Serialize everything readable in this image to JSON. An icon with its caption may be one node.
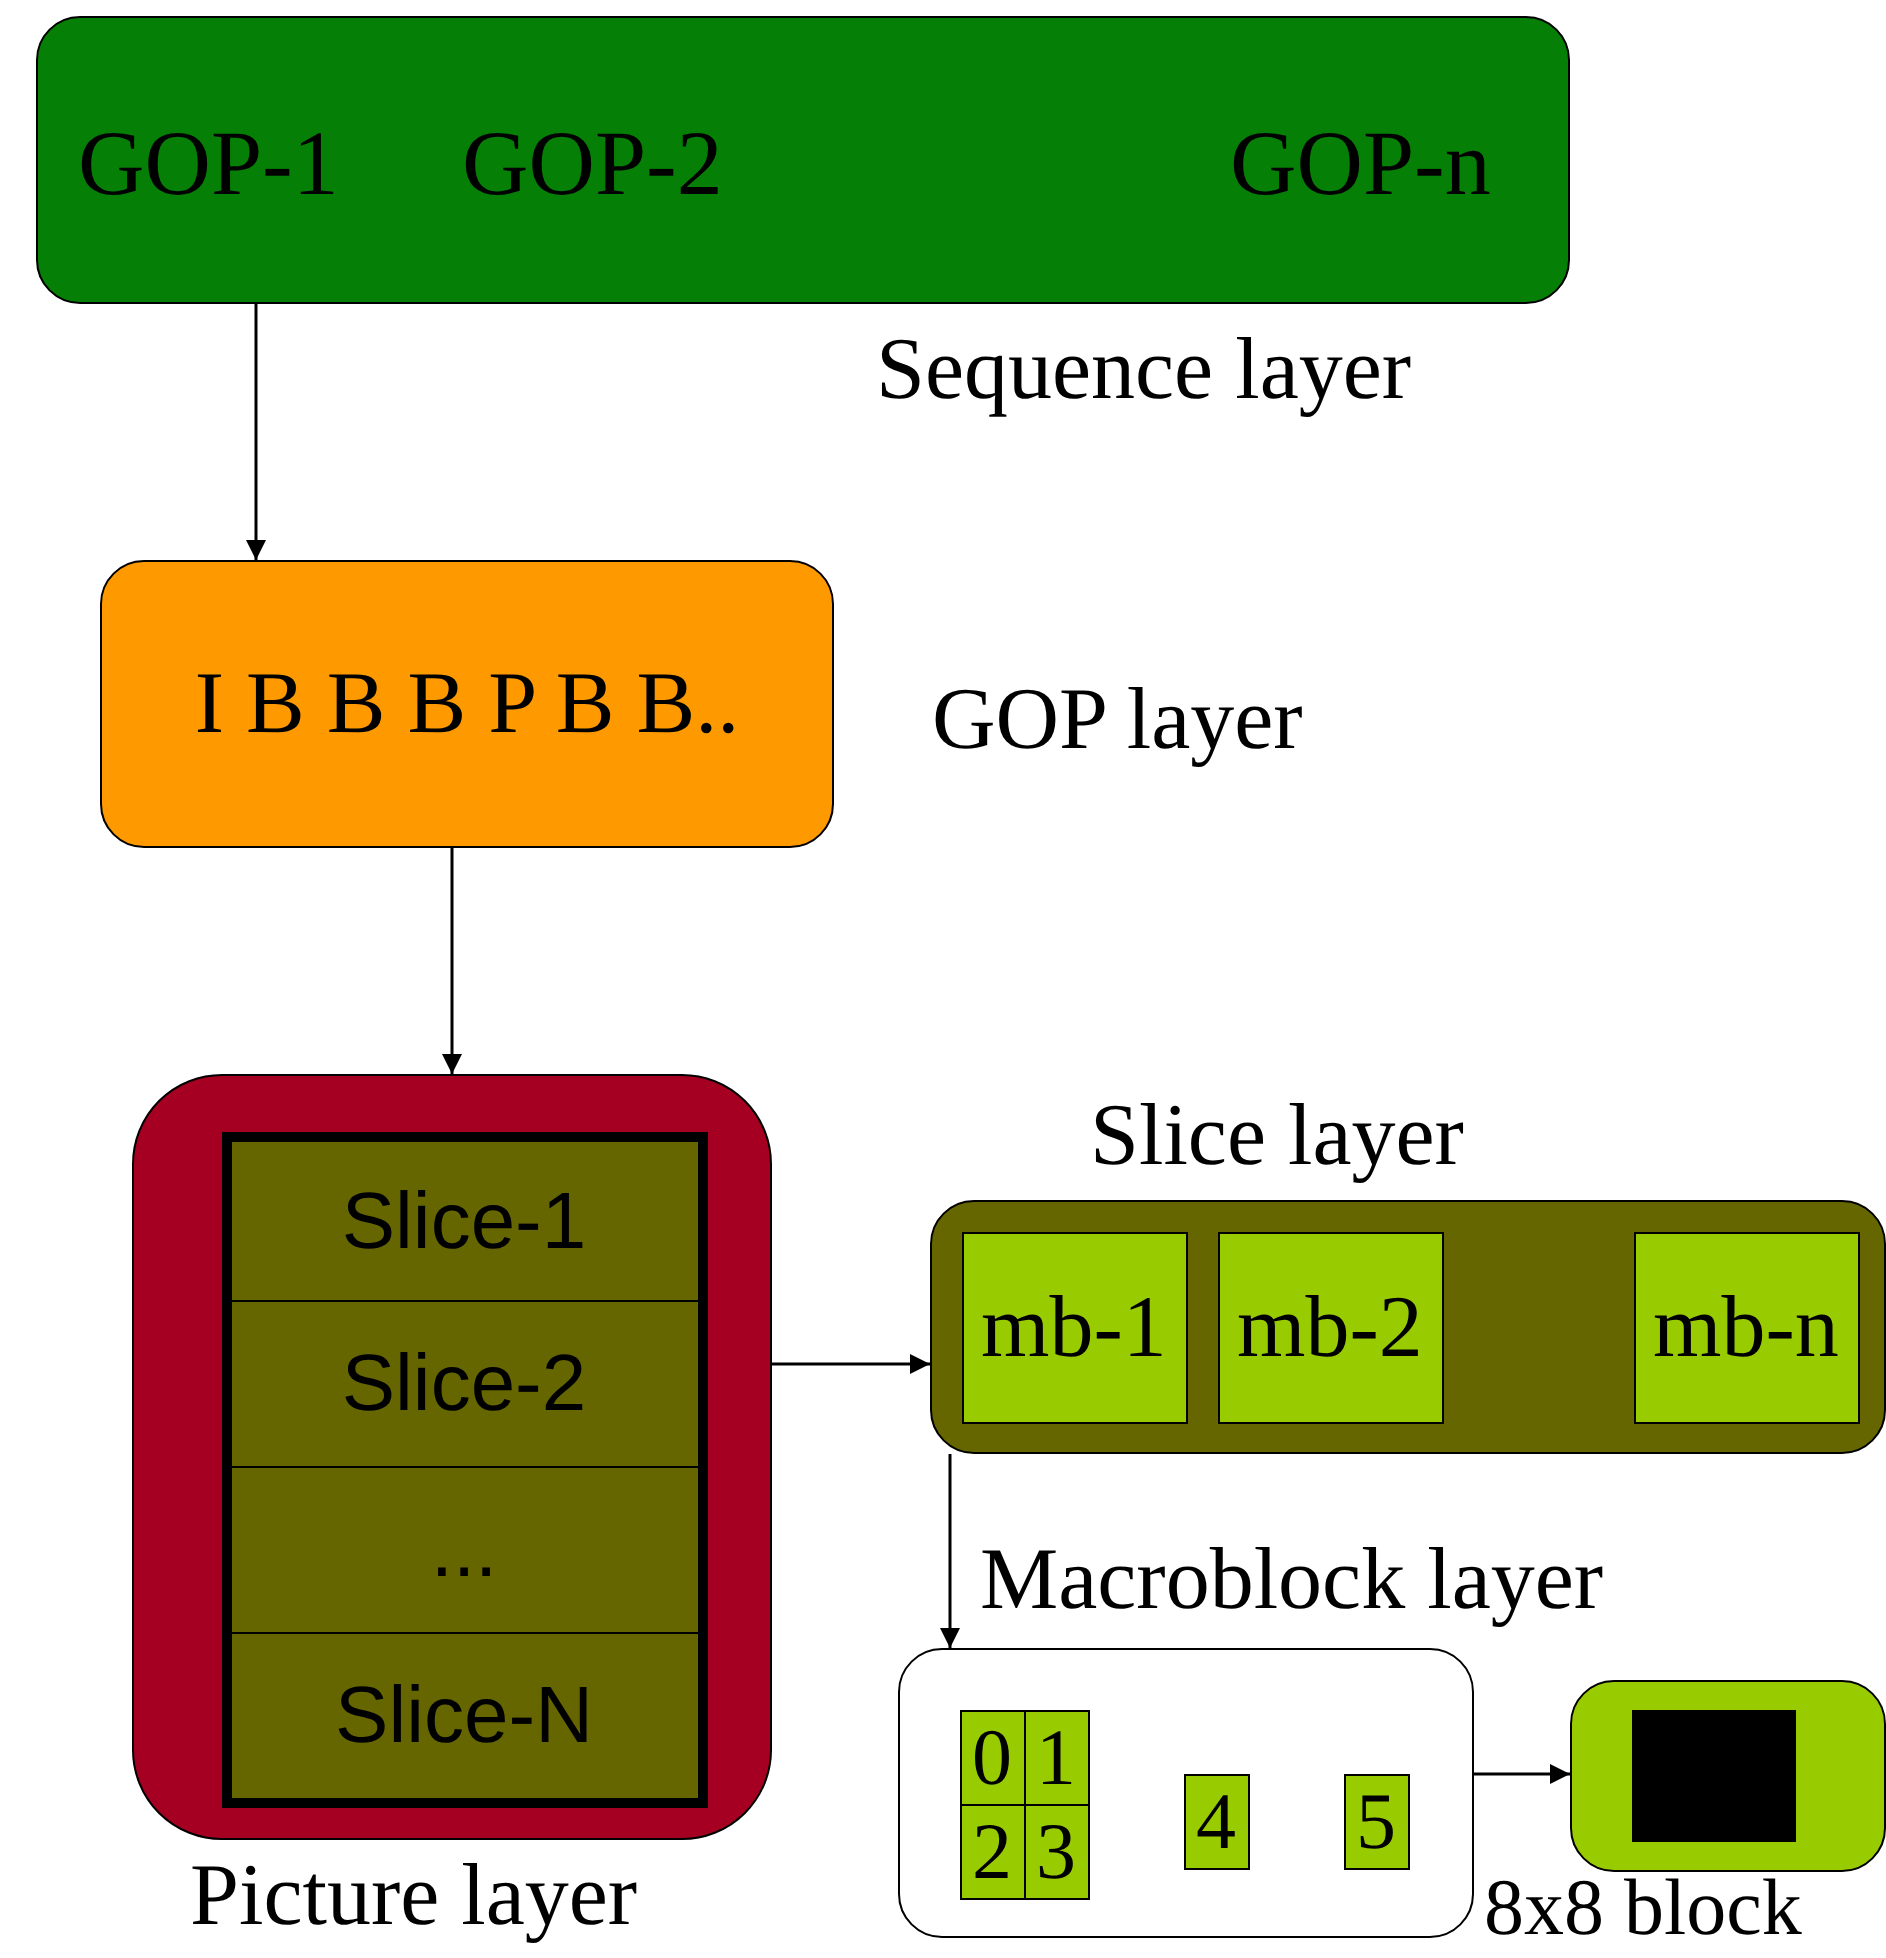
{
  "diagram": {
    "nodes": [
      {
        "text": [
          "GOP-1",
          "GOP-2",
          "GOP-n"
        ],
        "beside": [
          "Sequence layer"
        ]
      },
      {
        "text": [
          "I B B B P B B.."
        ],
        "beside": [
          "GOP layer"
        ]
      },
      {
        "text": [],
        "shape": "box",
        "beside": [
          "Picture layer"
        ]
      },
      {
        "text": [
          "Slice-1"
        ],
        "in": 2
      },
      {
        "text": [
          "Slice-2"
        ],
        "in": 2
      },
      {
        "text": [
          "..."
        ],
        "in": 2
      },
      {
        "text": [
          "Slice-N"
        ],
        "in": 2
      },
      {
        "text": [],
        "shape": "box",
        "beside": [
          "Slice layer"
        ]
      },
      {
        "text": [
          "mb-1"
        ],
        "in": 7
      },
      {
        "text": [
          "mb-2"
        ],
        "in": 7
      },
      {
        "text": [
          "mb-n"
        ],
        "in": 7
      },
      {
        "text": [],
        "shape": "box",
        "beside": [
          "Macroblock layer"
        ]
      },
      {
        "text": [
          "0"
        ],
        "in": 11
      },
      {
        "text": [
          "1"
        ],
        "in": 11
      },
      {
        "text": [
          "2"
        ],
        "in": 11
      },
      {
        "text": [
          "3"
        ],
        "in": 11
      },
      {
        "text": [
          "4"
        ],
        "in": 11
      },
      {
        "text": [
          "5"
        ],
        "in": 11
      },
      {
        "text": [],
        "shape": "box",
        "beside": [
          "8x8 block"
        ]
      },
      {
        "text": [],
        "shape": "box",
        "in": 18
      }
    ],
    "edges": [
      {
        "from": 0,
        "to": 1,
        "arrow": "to"
      },
      {
        "from": 1,
        "to": 2,
        "arrow": "to"
      },
      {
        "from": 2,
        "to": 7,
        "arrow": "to"
      },
      {
        "from": 7,
        "to": 11,
        "arrow": "to"
      },
      {
        "from": 11,
        "to": 18,
        "arrow": "to"
      }
    ]
  }
}
